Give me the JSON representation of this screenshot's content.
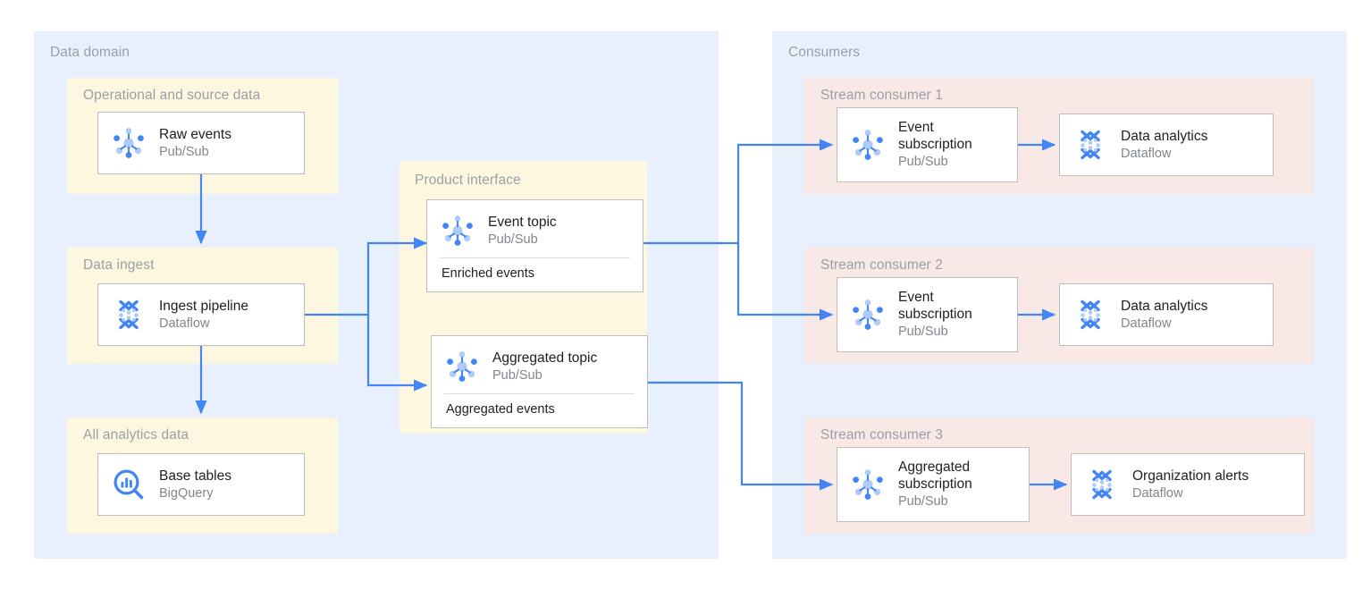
{
  "diagram": {
    "title_visible": false,
    "colors": {
      "panel_blue": "#e8f0fe",
      "panel_yellow": "#fef7e0",
      "panel_pink": "#f9e9e6",
      "card_bg": "#ffffff",
      "card_border": "#bdbdbd",
      "arrow": "#4285f4",
      "group_label": "#9aa0a6",
      "title_text": "#202124",
      "sub_text": "#80868b",
      "icon_blue_dark": "#4285f4",
      "icon_blue_light": "#aecbfa"
    }
  },
  "groups": {
    "data_domain": {
      "label": "Data domain",
      "subgroups": {
        "operational": {
          "label": "Operational and source data"
        },
        "data_ingest": {
          "label": "Data ingest"
        },
        "all_analytics": {
          "label": "All analytics data"
        },
        "product_interface": {
          "label": "Product interface"
        }
      }
    },
    "consumers": {
      "label": "Consumers",
      "subgroups": {
        "stream_1": {
          "label": "Stream consumer 1"
        },
        "stream_2": {
          "label": "Stream consumer 2"
        },
        "stream_3": {
          "label": "Stream consumer 3"
        }
      }
    }
  },
  "cards": {
    "raw_events": {
      "title": "Raw events",
      "sub": "Pub/Sub",
      "icon": "pubsub-icon"
    },
    "ingest_pipeline": {
      "title": "Ingest pipeline",
      "sub": "Dataflow",
      "icon": "dataflow-icon"
    },
    "base_tables": {
      "title": "Base tables",
      "sub": "BigQuery",
      "icon": "bigquery-icon"
    },
    "event_topic": {
      "title": "Event topic",
      "sub": "Pub/Sub",
      "icon": "pubsub-icon",
      "footer": "Enriched events"
    },
    "aggregated_topic": {
      "title": "Aggregated topic",
      "sub": "Pub/Sub",
      "icon": "pubsub-icon",
      "footer": "Aggregated events"
    },
    "event_subscription_1": {
      "title": "Event\nsubscription",
      "sub": "Pub/Sub",
      "icon": "pubsub-icon"
    },
    "data_analytics_1": {
      "title": "Data analytics",
      "sub": "Dataflow",
      "icon": "dataflow-icon"
    },
    "event_subscription_2": {
      "title": "Event\nsubscription",
      "sub": "Pub/Sub",
      "icon": "pubsub-icon"
    },
    "data_analytics_2": {
      "title": "Data analytics",
      "sub": "Dataflow",
      "icon": "dataflow-icon"
    },
    "aggregated_subscription_3": {
      "title": "Aggregated\nsubscription",
      "sub": "Pub/Sub",
      "icon": "pubsub-icon"
    },
    "organization_alerts": {
      "title": "Organization alerts",
      "sub": "Dataflow",
      "icon": "dataflow-icon"
    }
  },
  "connections": [
    {
      "name": "raw-events-to-ingest-pipeline",
      "from": "raw_events",
      "to": "ingest_pipeline"
    },
    {
      "name": "ingest-pipeline-to-base-tables",
      "from": "ingest_pipeline",
      "to": "base_tables"
    },
    {
      "name": "ingest-pipeline-to-event-topic",
      "from": "ingest_pipeline",
      "to": "event_topic"
    },
    {
      "name": "ingest-pipeline-to-aggregated-topic",
      "from": "ingest_pipeline",
      "to": "aggregated_topic"
    },
    {
      "name": "event-topic-to-event-subscription-1",
      "from": "event_topic",
      "to": "event_subscription_1"
    },
    {
      "name": "event-topic-to-event-subscription-2",
      "from": "event_topic",
      "to": "event_subscription_2"
    },
    {
      "name": "aggregated-topic-to-aggregated-subscription",
      "from": "aggregated_topic",
      "to": "aggregated_subscription_3"
    },
    {
      "name": "event-subscription-1-to-data-analytics-1",
      "from": "event_subscription_1",
      "to": "data_analytics_1"
    },
    {
      "name": "event-subscription-2-to-data-analytics-2",
      "from": "event_subscription_2",
      "to": "data_analytics_2"
    },
    {
      "name": "aggregated-subscription-to-organization-alerts",
      "from": "aggregated_subscription_3",
      "to": "organization_alerts"
    }
  ]
}
